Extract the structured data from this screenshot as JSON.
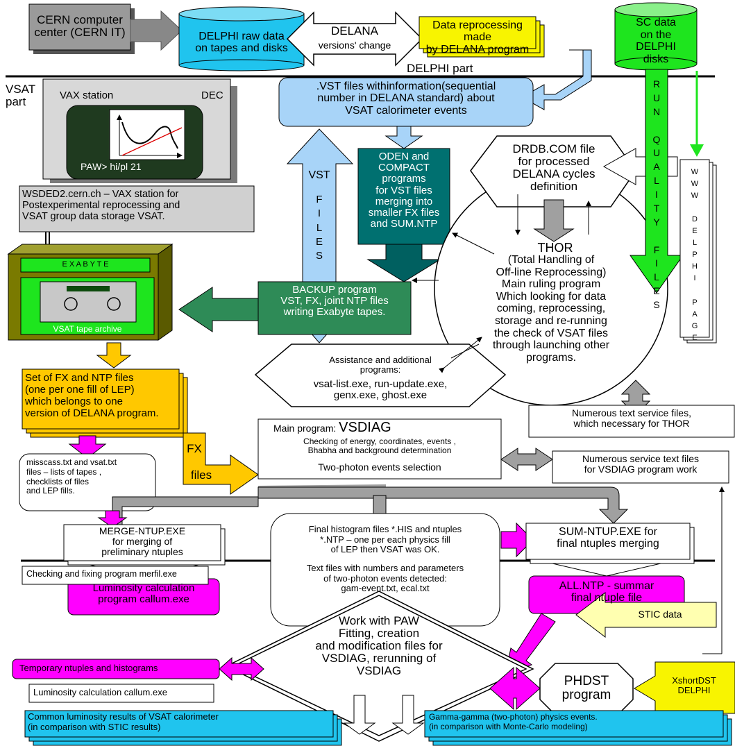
{
  "labels": {
    "cern_center": "CERN computer\ncenter (CERN IT)",
    "delphi_raw": "DELPHI raw data\non tapes and disks",
    "delana_change_title": "DELANA",
    "delana_change_sub": "versions' change",
    "data_reprocessing": "Data reprocessing made\nby DELANA program",
    "sc_data": "SC data\non the\nDELPHI\ndisks",
    "delphi_part": "DELPHI part",
    "vsat_part": "VSAT\npart",
    "vax_station": "VAX station",
    "dec": "DEC",
    "paw_prompt": "PAW> hi/pl 21",
    "wsded2": "WSDED2.cern.ch – VAX station for\nPostexperimental reprocessing and\nVSAT group data storage VSAT.",
    "vst_info": ".VST files withinformation(sequential\nnumber in DELANA standard) about\nVSAT calorimeter events",
    "vst_arrow_top": "VST",
    "vst_arrow_vert": "FILES",
    "oden_compact": "ODEN and\nCOMPACT\nprograms\nfor VST files\nmerging into\nsmaller FX files\nand SUM.NTP",
    "drdb": "DRDB.COM file\nfor processed\nDELANA cycles\ndefinition",
    "run_quality": "RUNQUALITYFILES",
    "www_delphi": "WWWDELPHIPAGE",
    "thor_title": "THOR",
    "thor_text": "(Total Handling of\nOff-line Reprocessing)\nMain ruling program\nWhich looking for data\ncoming, reprocessing,\nstorage and re-running\nthe check of VSAT files\nthrough launching other\nprograms.",
    "exabyte": "E X A B Y T E",
    "vsat_tape_archive": "VSAT tape archive",
    "backup": "BACKUP program\nVST, FX, joint NTP files\nwriting Exabyte tapes.",
    "assistance_title": "Assistance and additional\nprograms:",
    "assistance_list": "vsat-list.exe, run-update.exe,\ngenx.exe, ghost.exe",
    "numerous_thor": "Numerous text service files,\nwhich  necessary for THOR",
    "set_fx_ntp": "Set of FX and NTP files\n(one per one fill of LEP)\nwhich belongs to one\nversion of DELANA program.",
    "fx_files_1": "FX",
    "fx_files_2": "files",
    "vsdiag_prefix": "Main program: ",
    "vsdiag_name": "VSDIAG",
    "vsdiag_desc": "Checking of energy, coordinates, events ,\nBhabha and background determination",
    "vsdiag_two_photon": "Two-photon events selection",
    "numerous_vsdiag": "Numerous service text files\nfor VSDIAG program work",
    "misscass": "misscass.txt and vsat.txt\nfiles – lists of tapes ,\nchecklists of files\nand LEP fills.",
    "merge_ntup": "MERGE-NTUP.EXE\nfor merging of\npreliminary ntuples",
    "final_histogram": "Final histogram files *.HIS and ntuples\n*.NTP – one per each physics fill\nof LEP then VSAT was OK.",
    "text_files": "Text files with numbers and parameters\nof two-photon events detected:\ngam-event.txt, ecal.txt",
    "sum_ntup": "SUM-NTUP.EXE for\nfinal ntuples merging",
    "luminosity_program": "Luminosity calculation\nprogram callum.exe",
    "all_ntp": "ALL.NTP - summar\nfinal ntuple file",
    "checking_fixing": "Checking and fixing program merfil.exe",
    "temporary_ntuples": "Temporary ntuples and histograms",
    "luminosity_calc": "Luminosity calculation callum.exe",
    "work_paw": "Work with PAW\nFitting, creation\nand modification files for\nVSDIAG, rerunning of\nVSDIAG",
    "stic_data": "STIC data",
    "phdst": "PHDST\nprogram",
    "xshortdst": "XshortDST\nDELPHI",
    "common_luminosity": "Common luminosity results of VSAT calorimeter\n(in comparison with STIC results)",
    "gamma_gamma": "Gamma-gamma (two-photon) physics events.\n(in comparison with Monte-Carlo modeling)"
  },
  "colors": {
    "cyan": "#20c4ee",
    "yellow": "#f8f400",
    "green": "#1ee51e",
    "light_blue": "#a8d4f8",
    "teal": "#007070",
    "sea_green": "#2e8b57",
    "olive": "#7a7a00",
    "orange": "#ffc800",
    "magenta": "#ff00ff",
    "light_yellow": "#ffffb0",
    "gray": "#a0a0a0",
    "light_gray": "#d8d8d8"
  }
}
